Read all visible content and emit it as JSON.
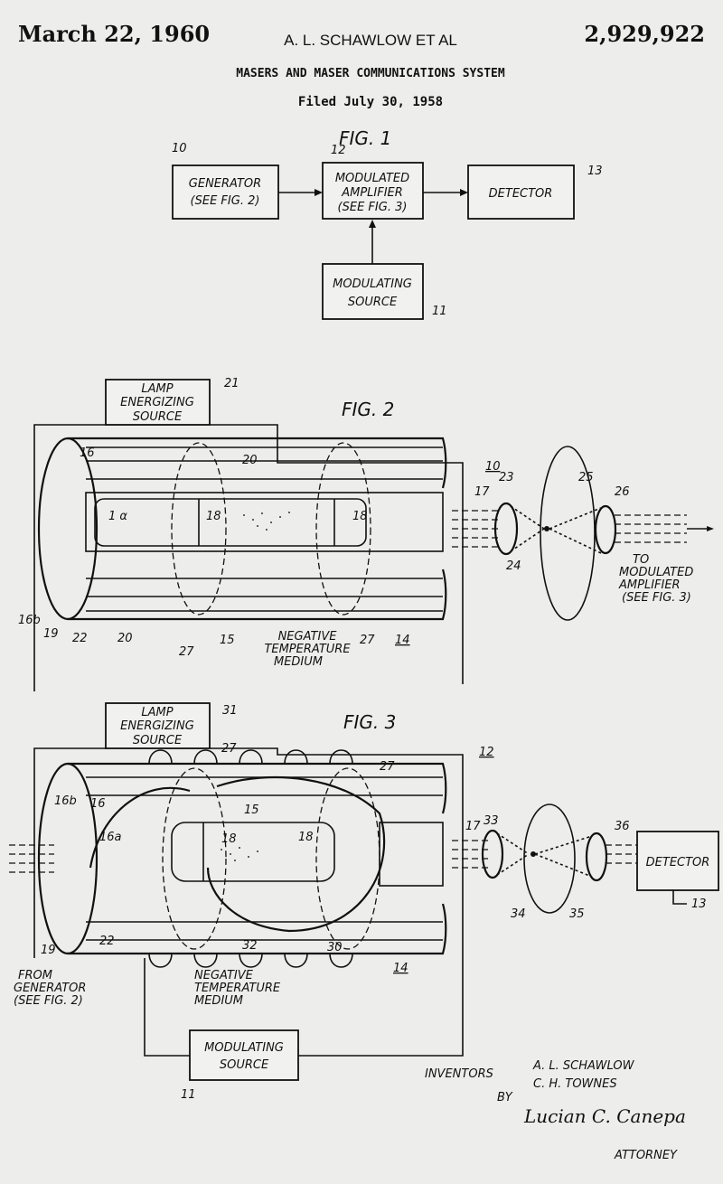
{
  "header": {
    "date": "March 22, 1960",
    "inventor_line": "A. L. SCHAWLOW ET AL",
    "patent_number": "2,929,922",
    "title": "MASERS AND MASER COMMUNICATIONS SYSTEM",
    "filed": "Filed July 30, 1958"
  },
  "fig1": {
    "label": "FIG. 1",
    "generator": [
      "GENERATOR",
      "(SEE FIG. 2)"
    ],
    "generator_ref": "10",
    "amplifier": [
      "MODULATED",
      "AMPLIFIER",
      "(SEE FIG. 3)"
    ],
    "amplifier_ref": "12",
    "detector": "DETECTOR",
    "detector_ref": "13",
    "modulating": [
      "MODULATING",
      "SOURCE"
    ],
    "modulating_ref": "11"
  },
  "fig2": {
    "label": "FIG. 2",
    "lamp": [
      "LAMP",
      "ENERGIZING",
      "SOURCE"
    ],
    "lamp_ref": "21",
    "assembly_ref": "10",
    "refs": {
      "r16": "16",
      "r20a": "20",
      "r20b": "20",
      "r17": "17",
      "r18a": "18",
      "r18b": "18",
      "r23": "23",
      "r24": "24",
      "r25": "25",
      "r26": "26",
      "r16b": "16b",
      "r19": "19",
      "r22": "22",
      "r27a": "27",
      "r27b": "27",
      "r15": "15",
      "r14": "14",
      "r1": "1 α"
    },
    "medium": [
      "NEGATIVE",
      "TEMPERATURE",
      "MEDIUM"
    ],
    "output": [
      "TO",
      "MODULATED",
      "AMPLIFIER",
      "(SEE FIG. 3)"
    ]
  },
  "fig3": {
    "label": "FIG. 3",
    "lamp": [
      "LAMP",
      "ENERGIZING",
      "SOURCE"
    ],
    "lamp_ref": "31",
    "assembly_ref": "12",
    "refs": {
      "r27a": "27",
      "r27b": "27",
      "r16b": "16b",
      "r16": "16",
      "r16a": "16a",
      "r15": "15",
      "r18a": "18",
      "r18b": "18",
      "r17": "17",
      "r33": "33",
      "r34": "34",
      "r35": "35",
      "r36": "36",
      "r19": "19",
      "r22": "22",
      "r32": "32",
      "r30": "30",
      "r14": "14"
    },
    "detector": "DETECTOR",
    "detector_ref": "13",
    "input": [
      "FROM",
      "GENERATOR",
      "(SEE FIG. 2)"
    ],
    "medium": [
      "NEGATIVE",
      "TEMPERATURE",
      "MEDIUM"
    ],
    "modulating": [
      "MODULATING",
      "SOURCE"
    ],
    "modulating_ref": "11"
  },
  "footer": {
    "inventors_label": "INVENTORS",
    "inventor1": "A. L. SCHAWLOW",
    "inventor2": "C. H. TOWNES",
    "by": "BY",
    "signature": "Lucian C. Canepa",
    "attorney": "ATTORNEY"
  }
}
